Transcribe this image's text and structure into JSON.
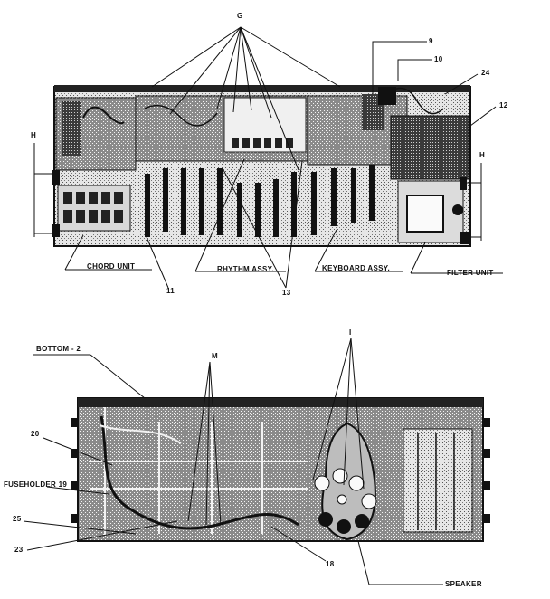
{
  "top_view": {
    "callout_g": "G",
    "callout_9": "9",
    "callout_10": "10",
    "callout_24": "24",
    "callout_12": "12",
    "callout_h_left": "H",
    "callout_h_right": "H",
    "chord_unit": "CHORD UNIT",
    "rhythm_assy": "RHYTHM ASSY.",
    "keyboard_assy": "KEYBOARD ASSY.",
    "filter_unit": "FILTER UNIT",
    "callout_11": "11",
    "callout_13": "13"
  },
  "bottom_view": {
    "bottom_label": "BOTTOM - 2",
    "callout_m": "M",
    "callout_i": "I",
    "callout_20": "20",
    "fuseholder": "FUSEHOLDER 19",
    "callout_25": "25",
    "callout_23": "23",
    "callout_18": "18",
    "speaker": "SPEAKER"
  }
}
